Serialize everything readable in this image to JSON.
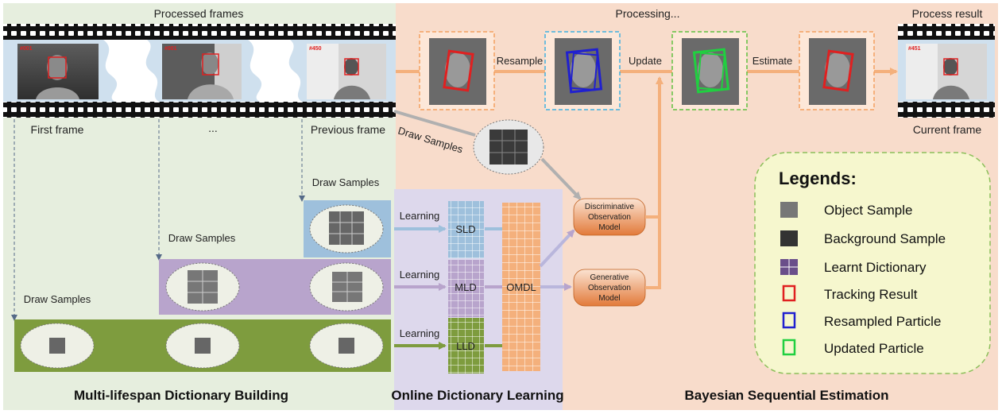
{
  "sections": {
    "left_title": "Multi-lifespan Dictionary Building",
    "middle_title": "Online Dictionary Learning",
    "right_title": "Bayesian Sequential Estimation"
  },
  "top_labels": {
    "processed_frames": "Processed frames",
    "processing": "Processing...",
    "process_result": "Process result"
  },
  "frame_labels": {
    "first": "First frame",
    "ellipsis": "...",
    "previous": "Previous frame",
    "current": "Current frame"
  },
  "frame_ids": {
    "f1": "#001",
    "f2": "#001",
    "f3": "#450",
    "result": "#451"
  },
  "step_labels": {
    "resample": "Resample",
    "update": "Update",
    "estimate": "Estimate"
  },
  "draw_samples": "Draw Samples",
  "learning": "Learning",
  "dictionaries": {
    "sld": "SLD",
    "mld": "MLD",
    "lld": "LLD",
    "omdl": "OMDL"
  },
  "models": {
    "discriminative": [
      "Discriminative",
      "Observation",
      "Model"
    ],
    "generative": [
      "Generative",
      "Observation",
      "Model"
    ]
  },
  "legend": {
    "title": "Legends:",
    "items": [
      {
        "label": "Object Sample",
        "icon": "object-sample-icon"
      },
      {
        "label": "Background Sample",
        "icon": "background-sample-icon"
      },
      {
        "label": "Learnt Dictionary",
        "icon": "dictionary-icon"
      },
      {
        "label": "Tracking Result",
        "icon": "tracking-result-icon",
        "color": "#e02020"
      },
      {
        "label": "Resampled Particle",
        "icon": "resampled-particle-icon",
        "color": "#2020d0"
      },
      {
        "label": "Updated Particle",
        "icon": "updated-particle-icon",
        "color": "#20d040"
      }
    ]
  },
  "colors": {
    "left_bg": "#e6eede",
    "right_bg": "#f8dccb",
    "middle_bg": "#ddd8ec",
    "blue_band": "#9ec0dc",
    "purple_band": "#b8a4cc",
    "green_band": "#7e9c3e",
    "orange_arrow": "#f4b07c",
    "tracking_red": "#e02020",
    "resample_blue": "#2020d0",
    "update_green": "#20d040",
    "legend_bg": "#f6f7ce"
  }
}
